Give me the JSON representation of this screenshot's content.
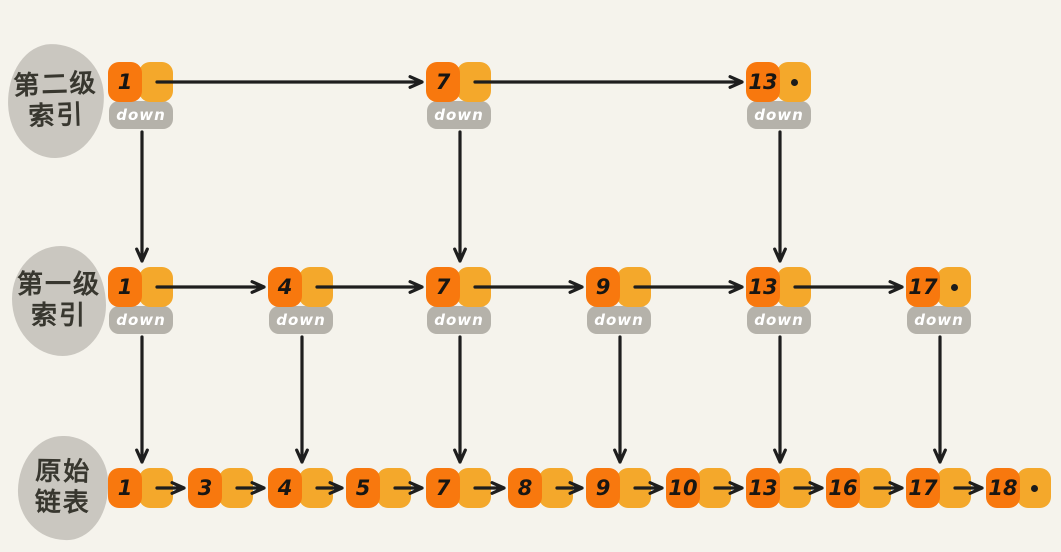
{
  "colors": {
    "background": "#F5F3EC",
    "cell_orange": "#F8780E",
    "cell_yellow": "#F4A82B",
    "pill_gray": "#B5B2AA",
    "label_blob": "#CAC7C0",
    "arrow": "#1E1E1E",
    "label_text": "#38372F",
    "down_text": "#FFFFFF"
  },
  "down_label": "down",
  "levels": [
    {
      "name": "second-level-index",
      "label_lines": [
        "第二级",
        "索引"
      ],
      "nodes": [
        {
          "value": "1",
          "down": true
        },
        {
          "value": "7",
          "down": true
        },
        {
          "value": "13",
          "down": true,
          "null_dot": true
        }
      ]
    },
    {
      "name": "first-level-index",
      "label_lines": [
        "第一级",
        "索引"
      ],
      "nodes": [
        {
          "value": "1",
          "down": true
        },
        {
          "value": "4",
          "down": true
        },
        {
          "value": "7",
          "down": true
        },
        {
          "value": "9",
          "down": true
        },
        {
          "value": "13",
          "down": true
        },
        {
          "value": "17",
          "down": true,
          "null_dot": true
        }
      ]
    },
    {
      "name": "original-linked-list",
      "label_lines": [
        "原始",
        "链表"
      ],
      "nodes": [
        {
          "value": "1"
        },
        {
          "value": "3"
        },
        {
          "value": "4"
        },
        {
          "value": "5"
        },
        {
          "value": "7"
        },
        {
          "value": "8"
        },
        {
          "value": "9"
        },
        {
          "value": "10"
        },
        {
          "value": "13"
        },
        {
          "value": "16"
        },
        {
          "value": "17"
        },
        {
          "value": "18",
          "null_dot": true
        }
      ]
    }
  ]
}
